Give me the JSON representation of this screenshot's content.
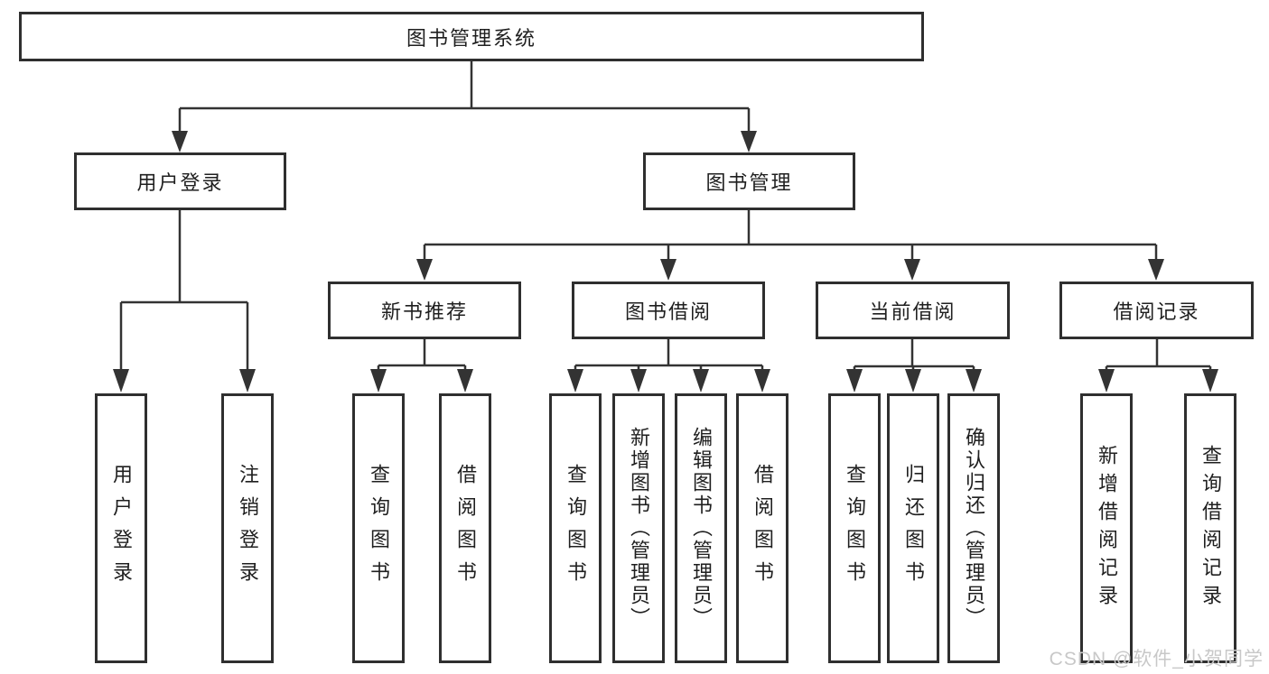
{
  "diagram": {
    "root": {
      "label": "图书管理系统"
    },
    "level2": [
      {
        "label": "用户登录"
      },
      {
        "label": "图书管理"
      }
    ],
    "level3": [
      {
        "label": "新书推荐",
        "parent": "图书管理"
      },
      {
        "label": "图书借阅",
        "parent": "图书管理"
      },
      {
        "label": "当前借阅",
        "parent": "图书管理"
      },
      {
        "label": "借阅记录",
        "parent": "图书管理"
      }
    ],
    "leaves": [
      {
        "label": "用户登录",
        "parent": "用户登录"
      },
      {
        "label": "注销登录",
        "parent": "用户登录"
      },
      {
        "label": "查询图书",
        "parent": "新书推荐"
      },
      {
        "label": "借阅图书",
        "parent": "新书推荐"
      },
      {
        "label": "查询图书",
        "parent": "图书借阅"
      },
      {
        "label": "新增图书（管理员）",
        "parent": "图书借阅"
      },
      {
        "label": "编辑图书（管理员）",
        "parent": "图书借阅"
      },
      {
        "label": "借阅图书",
        "parent": "图书借阅"
      },
      {
        "label": "查询图书",
        "parent": "当前借阅"
      },
      {
        "label": "归还图书",
        "parent": "当前借阅"
      },
      {
        "label": "确认归还（管理员）",
        "parent": "当前借阅"
      },
      {
        "label": "新增借阅记录",
        "parent": "借阅记录"
      },
      {
        "label": "查询借阅记录",
        "parent": "借阅记录"
      }
    ],
    "colors": {
      "line": "#333333",
      "box_border": "#2f2f2f",
      "text": "#1f1f1f",
      "background": "#ffffff"
    },
    "watermark": {
      "text": "CSDN @软件_小贺同学",
      "color": "#c8c8c8"
    }
  }
}
